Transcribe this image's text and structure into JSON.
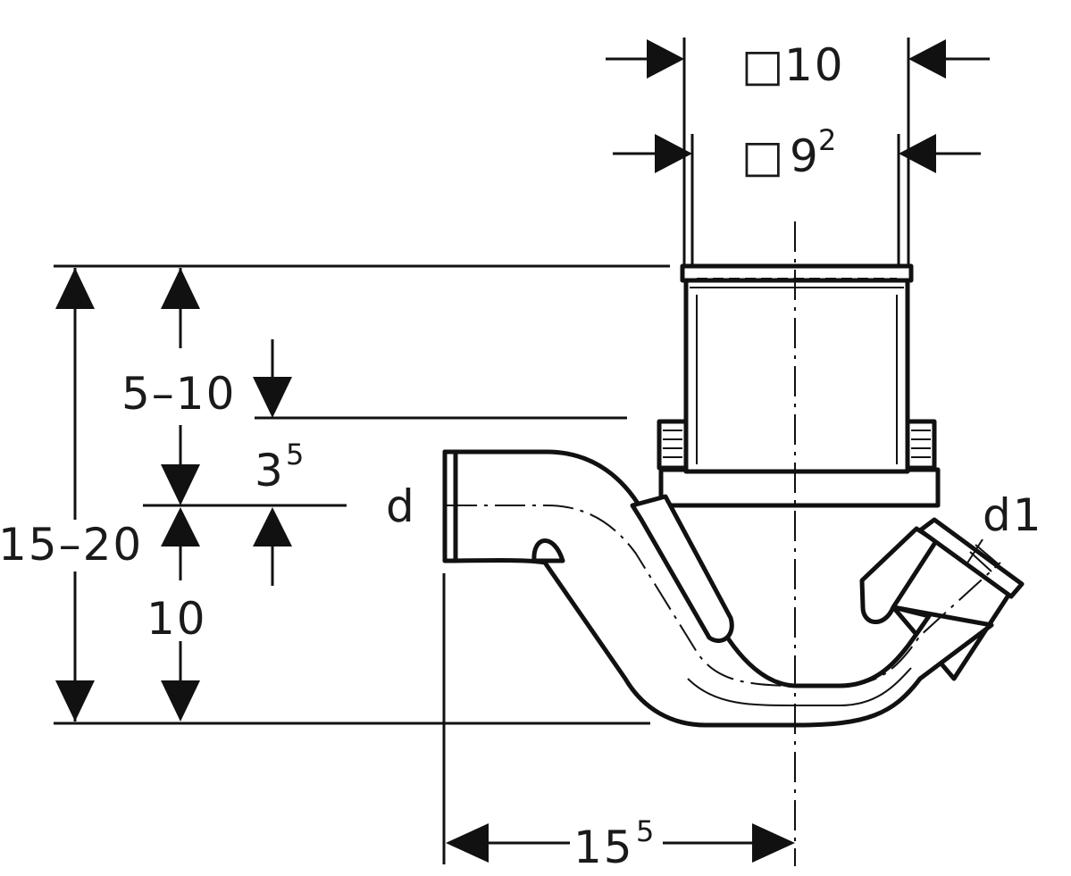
{
  "labels": {
    "outer_square_mark": "□",
    "outer_square_value": "10",
    "inner_square_mark": "□",
    "inner_square_base": "9",
    "inner_square_sup": "2",
    "height_range_outer": "15–20",
    "adjust_range": "5–10",
    "offset_base": "3",
    "offset_sup": "5",
    "trap_height": "10",
    "horizontal_base": "15",
    "horizontal_sup": "5",
    "inlet_d": "d",
    "outlet_d1": "d1"
  },
  "colors": {
    "line": "#111111",
    "background": "#ffffff"
  }
}
